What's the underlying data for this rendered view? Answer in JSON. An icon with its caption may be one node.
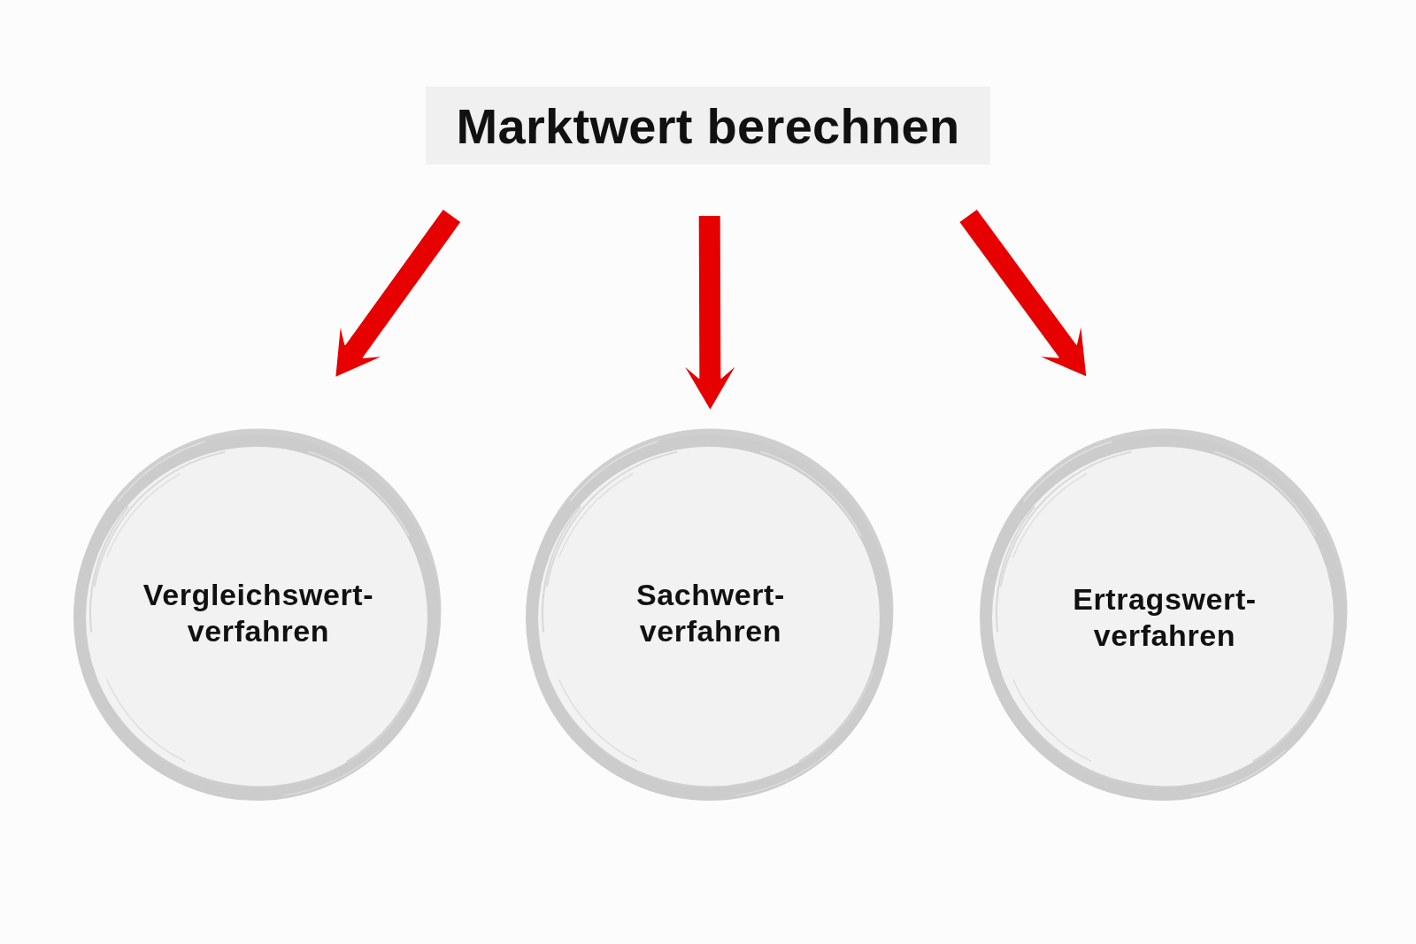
{
  "diagram": {
    "nodes": [
      {
        "text": [
          "Marktwert berechnen"
        ]
      },
      {
        "text": [
          "Vergleichswert- verfahren"
        ]
      },
      {
        "text": [
          "Sachwert- verfahren"
        ]
      },
      {
        "text": [
          "Ertragswert- verfahren"
        ]
      }
    ],
    "edges": [
      {
        "from": 0,
        "to": 1,
        "arrow": "to"
      },
      {
        "from": 0,
        "to": 2,
        "arrow": "to"
      },
      {
        "from": 0,
        "to": 3,
        "arrow": "to"
      }
    ]
  }
}
